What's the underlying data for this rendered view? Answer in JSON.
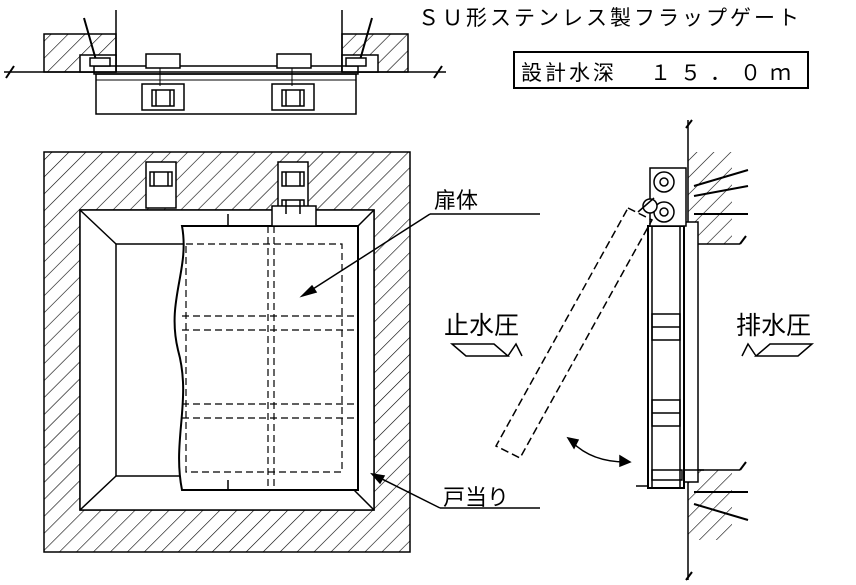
{
  "title": "ＳＵ形ステンレス製フラップゲート",
  "spec": {
    "label": "設計水深",
    "value": "１５．０ｍ"
  },
  "labels": {
    "door_leaf": "扉体",
    "stop_pressure": "止水圧",
    "drain_pressure": "排水圧",
    "door_seat": "戸当り"
  },
  "colors": {
    "line": "#000000",
    "background": "#ffffff"
  }
}
